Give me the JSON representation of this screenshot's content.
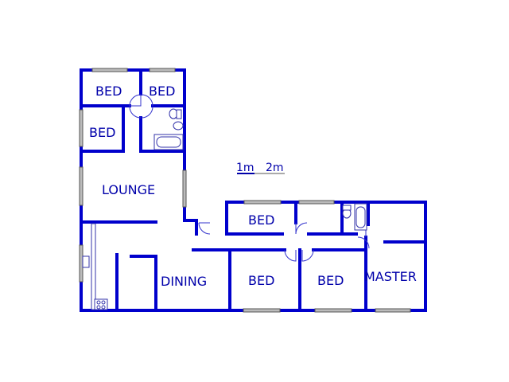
{
  "rooms": {
    "bed_top_left": "BED",
    "bed_top_right": "BED",
    "bed_mid_left": "BED",
    "lounge": "LOUNGE",
    "bed_center": "BED",
    "dining": "DINING",
    "bed_bottom_1": "BED",
    "bed_bottom_2": "BED",
    "master": "MASTER"
  },
  "scale": {
    "label_1": "1m",
    "label_2": "2m"
  },
  "colors": {
    "wall": "#0000cc",
    "text": "#0000aa"
  }
}
